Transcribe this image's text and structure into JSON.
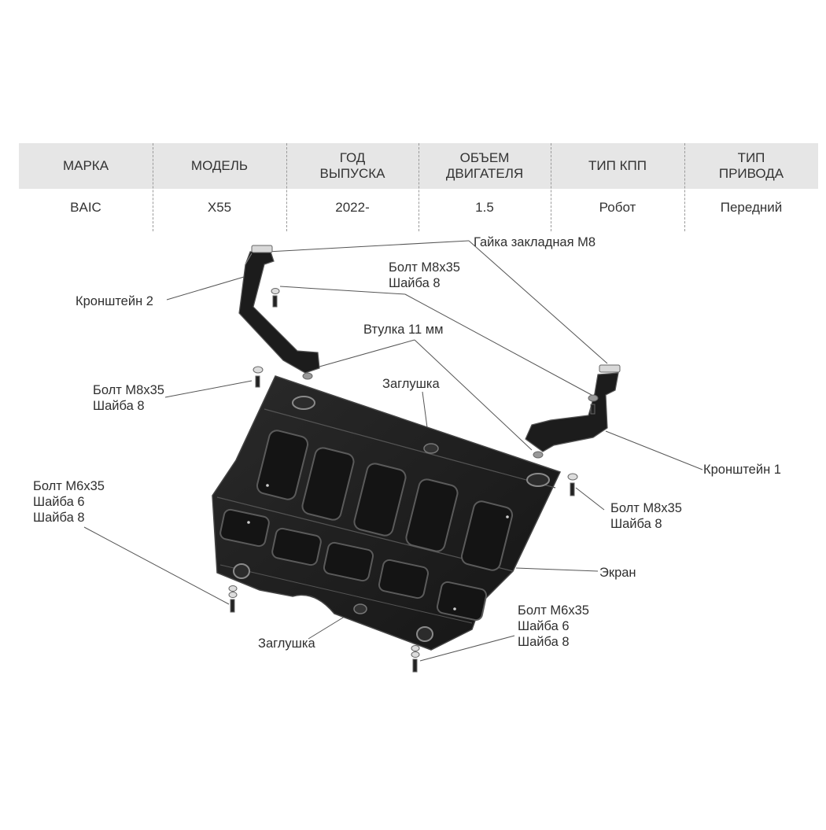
{
  "spec_table": {
    "columns": [
      {
        "header": "МАРКА",
        "value": "BAIC"
      },
      {
        "header": "МОДЕЛЬ",
        "value": "X55"
      },
      {
        "header": "ГОД\nВЫПУСКА",
        "value": "2022-"
      },
      {
        "header": "ОБЪЕМ\nДВИГАТЕЛЯ",
        "value": "1.5"
      },
      {
        "header": "ТИП КПП",
        "value": "Робот"
      },
      {
        "header": "ТИП\nПРИВОДА",
        "value": "Передний"
      }
    ]
  },
  "labels": {
    "nut_m8": "Гайка закладная М8",
    "bolt_m8_top": {
      "line1": "Болт М8х35",
      "line2": "Шайба 8"
    },
    "bracket_2": "Кронштейн 2",
    "bushing": "Втулка 11 мм",
    "plug_top": "Заглушка",
    "bolt_m8_left": {
      "line1": "Болт М8х35",
      "line2": "Шайба 8"
    },
    "bracket_1": "Кронштейн 1",
    "bolt_m6_left": {
      "line1": "Болт М6х35",
      "line2": "Шайба 6",
      "line3": "Шайба 8"
    },
    "bolt_m8_right": {
      "line1": "Болт М8х35",
      "line2": "Шайба 8"
    },
    "screen": "Экран",
    "bolt_m6_right": {
      "line1": "Болт М6х35",
      "line2": "Шайба 6",
      "line3": "Шайба 8"
    },
    "plug_bottom": "Заглушка"
  },
  "colors": {
    "part_fill": "#1c1c1c",
    "part_edge": "#4a4a4a",
    "leader": "#555555",
    "header_bg": "#e6e6e6"
  }
}
